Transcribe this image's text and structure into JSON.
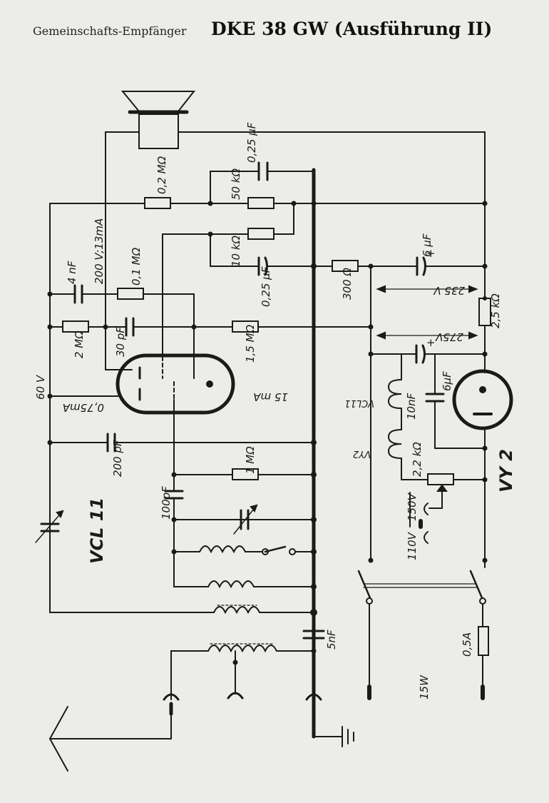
{
  "title": {
    "prefix": "Gemeinschafts-Empfänger",
    "main": "DKE 38 GW (Ausführung II)"
  },
  "labels": {
    "c_025_top": "0,25 µF",
    "r_02": "0,2 MΩ",
    "r_50k": "50 kΩ",
    "r_10k": "10 kΩ",
    "c_025_mid": "0,25 µF",
    "meter": "200 V;13mA",
    "c_4nF": "4 nF",
    "r_01": "0,1 MΩ",
    "r_2M": "2 MΩ",
    "c_30pF": "30 pF",
    "r_15M": "1,5 MΩ",
    "r_300": "300 Ω",
    "c_6uF_top": "6 µF",
    "v_235": "235 V",
    "r_25k": "2,5 kΩ",
    "v_275": "275V",
    "c_6uF": "6µF",
    "v_60": "60 V",
    "i_075": "0,75mA",
    "i_15": "15 mA",
    "vcl11_heater": "VCL11",
    "c_10nF": "10nF",
    "vy2_heater": "VY2",
    "c_200pF": "200 pF",
    "r_1M": "1 MΩ",
    "r_22k": "2,2 kΩ",
    "c_100pF": "100pF",
    "tube_vcl": "VCL 11",
    "tube_vy": "VY 2",
    "v_150": "150V",
    "v_110": "110V",
    "c_5nF": "5nF",
    "fuse": "0,5A",
    "power": "15W"
  }
}
